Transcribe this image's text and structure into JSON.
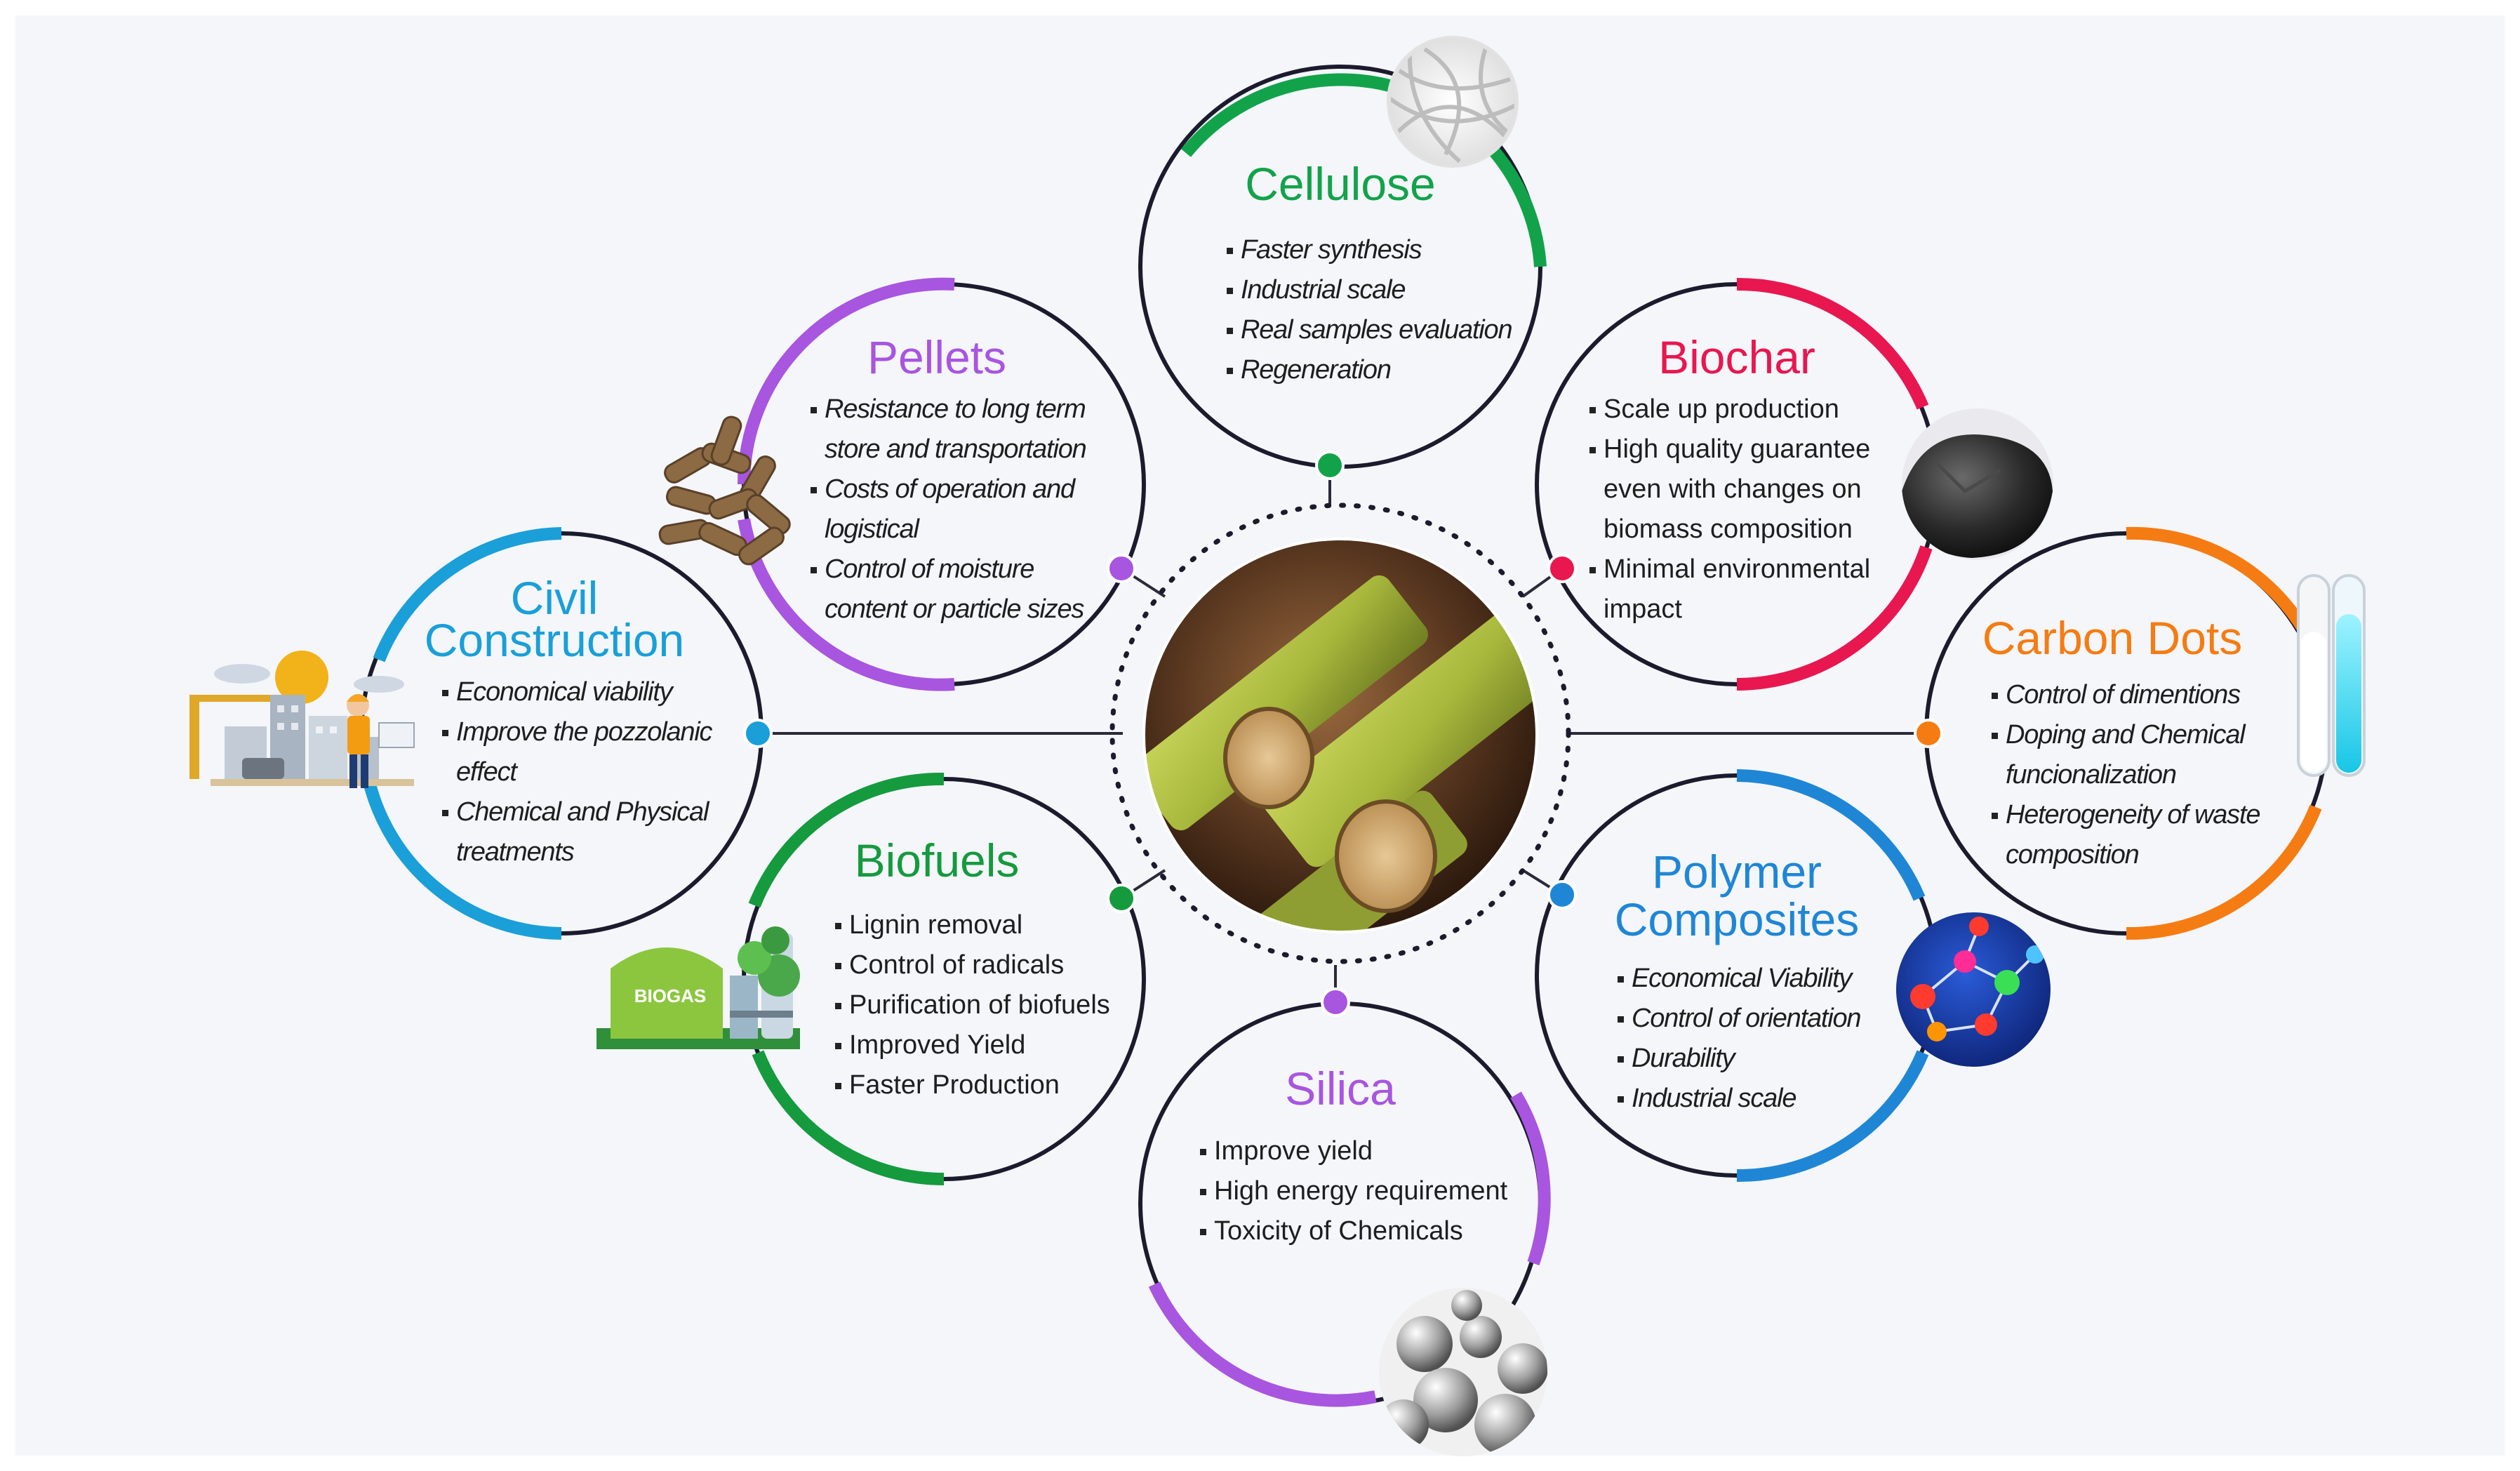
{
  "colors": {
    "cellulose": "#12a34a",
    "biochar": "#e8174f",
    "carbon_dots": "#f57c12",
    "polymer_composites": "#1f86d6",
    "silica": "#a855e0",
    "biofuels": "#159a3e",
    "civil_construction": "#1a9fd8",
    "pellets": "#a855e0",
    "ring_dark": "#1b1b2e",
    "connector": "#2a2a3a"
  },
  "center": {
    "image": "sugarcane-bagasse-photo"
  },
  "nodes": {
    "cellulose": {
      "title": "Cellulose",
      "icon": "cellulose-fiber-icon",
      "items": [
        "Faster synthesis",
        "Industrial scale",
        "Real samples evaluation",
        "Regeneration"
      ]
    },
    "pellets": {
      "title": "Pellets",
      "icon": "pellets-pile-icon",
      "items": [
        "Resistance to long term store and transportation",
        "Costs of operation and logistical",
        "Control of moisture content or particle sizes"
      ]
    },
    "biochar": {
      "title": "Biochar",
      "icon": "biochar-lump-icon",
      "items": [
        "Scale up production",
        "High quality guarantee even with changes on biomass composition",
        "Minimal environmental impact"
      ]
    },
    "civil_construction": {
      "title_line1": "Civil",
      "title_line2": "Construction",
      "icon": "construction-site-icon",
      "items": [
        "Economical viability",
        "Improve the pozzolanic effect",
        "Chemical and Physical treatments"
      ]
    },
    "carbon_dots": {
      "title": "Carbon Dots",
      "icon": "test-tubes-icon",
      "items": [
        "Control of dimentions",
        "Doping and Chemical funcionalization",
        "Heterogeneity of waste composition"
      ]
    },
    "biofuels": {
      "title": "Biofuels",
      "icon": "biogas-plant-icon",
      "icon_label": "BIOGAS",
      "items": [
        "Lignin removal",
        "Control of radicals",
        "Purification of biofuels",
        "Improved Yield",
        "Faster Production"
      ]
    },
    "polymer_composites": {
      "title_line1": "Polymer",
      "title_line2": "Composites",
      "icon": "molecule-network-icon",
      "items": [
        "Economical Viability",
        "Control of orientation",
        "Durability",
        "Industrial scale"
      ]
    },
    "silica": {
      "title": "Silica",
      "icon": "silica-spheres-icon",
      "items": [
        "Improve yield",
        "High energy requirement",
        "Toxicity of Chemicals"
      ]
    }
  }
}
